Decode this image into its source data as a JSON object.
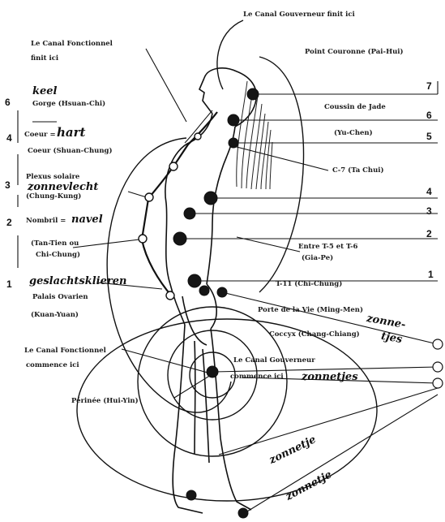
{
  "labels": {
    "governor_ends": "Le Canal Gouverneur finit ici",
    "functional_ends_1": "Le Canal Fonctionnel",
    "functional_ends_2": "finit ici",
    "crown": "Point Couronne (Pai-Hui)",
    "jade_pillow": "Coussin de Jade",
    "yu_chen": "(Yu-Chen)",
    "c7": "C-7 (Ta Chui)",
    "throat": "Gorge (Hsuan-Chi)",
    "heart": "Coeur (Shuan-Chung)",
    "solar_1": "Plexus solaire",
    "solar_2": "(Chung-Kung)",
    "navel_prefix": "Nombril =",
    "tan_tien_1": "(Tan-Tien ou",
    "tan_tien_2": "Chi-Chung)",
    "t5t6_1": "Entre T-5 et T-6",
    "t5t6_2": "(Gia-Pe)",
    "t11": "T-11 (Chi-Chung)",
    "ovarian": "Palais Ovarien",
    "kuan_yuan": "(Kuan-Yuan)",
    "door_of_life": "Porte de la Vie (Ming-Men)",
    "coccyx": "Coccyx (Chang-Chiang)",
    "functional_starts_1": "Le Canal Fonctionnel",
    "functional_starts_2": "commence ici",
    "governor_starts_1": "Le Canal Gouverneur",
    "governor_starts_2": "commence ici",
    "perineum": "Périnée (Hui-Yin)"
  },
  "handwritten": {
    "keel": "keel",
    "hart": "hart",
    "zonnevlecht": "zonnevlecht",
    "navel": "navel",
    "geslachtsklieren": "geslachtsklieren",
    "zonnetjes_1": "zonne-",
    "zonnetjes_2": "tjes",
    "zonnetjes_3": "zonnetjes",
    "zonnetje_4": "zonnetje",
    "zonnetje_5": "zonnetje"
  },
  "chakra_numbers": {
    "left": [
      "6",
      "4",
      "3",
      "2",
      "1"
    ],
    "right": [
      "7",
      "6",
      "5",
      "4",
      "3",
      "2",
      "1"
    ]
  },
  "colors": {
    "ink": "#111111",
    "paper": "#ffffff",
    "point_fill": "#151515",
    "hair": "#222222"
  }
}
